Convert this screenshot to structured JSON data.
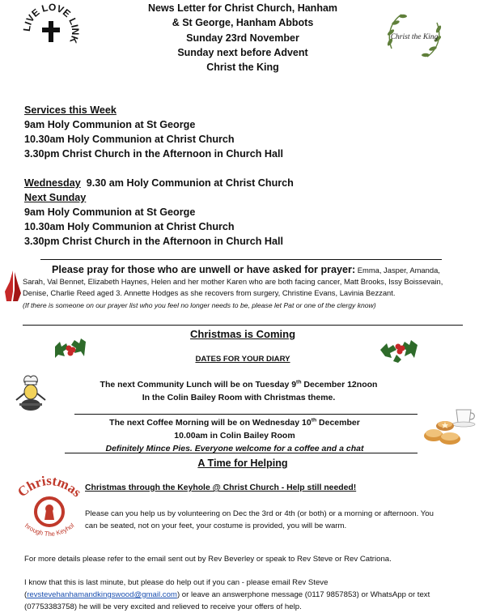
{
  "header": {
    "lines": [
      "News Letter for Christ Church, Hanham",
      "& St George, Hanham Abbots",
      "Sunday 23rd November",
      "Sunday next before Advent",
      "Christ the King"
    ],
    "logo_left_text": "LIVE LOVE LINK",
    "logo_right_text": "Christ the King"
  },
  "services": {
    "heading": "Services this Week",
    "week": [
      "9am Holy Communion at St George",
      "10.30am Holy Communion at Christ Church",
      "3.30pm Christ Church in the Afternoon in Church Hall"
    ],
    "wednesday_label": "Wednesday",
    "wednesday_text": "9.30 am Holy Communion at Christ Church",
    "next_sunday_label": "Next Sunday",
    "next_sunday": [
      "9am Holy Communion at St George",
      "10.30am Holy Communion at Christ Church",
      "3.30pm Christ Church in the Afternoon in Church Hall"
    ]
  },
  "prayer": {
    "lead": "Please pray for those who are unwell or have asked for prayer:",
    "names": "Emma, Jasper, Amanda, Sarah, Val Bennet, Elizabeth Haynes, Helen and her mother Karen who are both facing cancer, Matt Brooks, Issy Boissevain, Denise, Charlie Reed aged 3.  Annette Hodges as she recovers from surgery, Christine Evans, Lavinia Bezzant.",
    "note": "(If there is someone on our prayer list who you feel no longer needs to be, please let Pat or one of the clergy know)"
  },
  "christmas": {
    "title": "Christmas is Coming",
    "dates_heading": "DATES FOR YOUR DIARY",
    "lunch_line1_pre": "The next Community Lunch will be on Tuesday 9",
    "lunch_line1_sup": "th",
    "lunch_line1_post": " December 12noon",
    "lunch_line2": "In the Colin Bailey Room with Christmas theme.",
    "coffee_line1_pre": "The next Coffee Morning will be on Wednesday 10",
    "coffee_line1_sup": "th",
    "coffee_line1_post": " December",
    "coffee_line2": "10.00am in Colin Bailey Room",
    "coffee_line3": "Definitely Mince Pies.  Everyone welcome for a coffee and a chat"
  },
  "helping": {
    "title": "A Time for Helping",
    "logo_word": "Christmas",
    "logo_sub": "Through The Keyhole",
    "keyhole_title": "Christmas through the Keyhole @ Christ Church - Help still needed!",
    "para1": "Please can you help us by volunteering on Dec the 3rd or 4th (or both) or a morning or afternoon. You can be seated, not on your feet, your costume is provided, you will be warm.",
    "para2": "For more details please refer to the email sent out by Rev Beverley or speak to Rev Steve or Rev Catriona.",
    "para3_pre": "I know that this is last minute, but please do help out if you can - please email Rev Steve (",
    "email": "revstevehanhamandkingswood@gmail.com",
    "para3_post": ") or leave an answerphone message (0117 9857853) or WhatsApp or text (07753383758) he will be very excited and relieved to receive your offers of help."
  },
  "colors": {
    "holly_green": "#2e6b2a",
    "berry_red": "#c62828",
    "keyhole_red": "#c0392b",
    "laurel_green": "#5f7f3a",
    "link_blue": "#1a4fb0"
  }
}
